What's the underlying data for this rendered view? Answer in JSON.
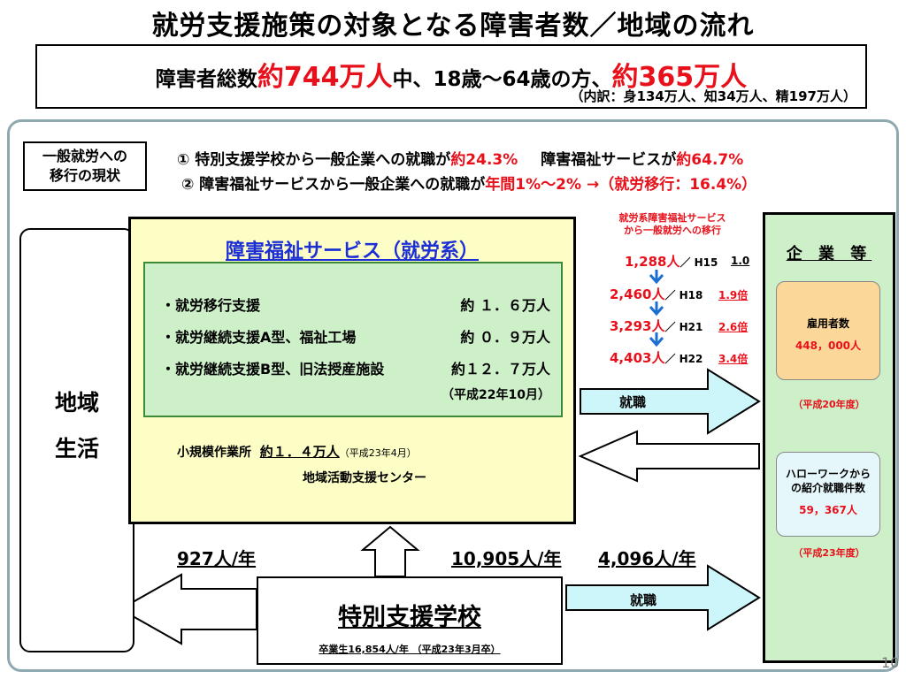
{
  "header": {
    "title": "就労支援施策の対象となる障害者数／地域の流れ",
    "summary_prefix": "障害者総数",
    "summary_total": "約744万人",
    "summary_mid": "中、18歳～64歳の方、",
    "summary_working_age": "約365万人",
    "summary_breakdown": "（内訳：身134万人、知34万人、精197万人）"
  },
  "status": {
    "label_line1": "一般就労への",
    "label_line2": "移行の現状",
    "line1_text": "① 特別支援学校から一般企業への就職が",
    "line1_value": "約24.3%",
    "line1_text2": "障害福祉サービスが",
    "line1_value2": "約64.7%",
    "line2_text": "② 障害福祉サービスから一般企業への就職が",
    "line2_value": "年間1%～2% →（就労移行：16.4%）"
  },
  "local_life": {
    "line1": "地域",
    "line2": "生活"
  },
  "welfare": {
    "title": "障害福祉サービス（就労系）",
    "services": [
      {
        "name": "・就労移行支援",
        "value": "約 １．６万人"
      },
      {
        "name": "・就労継続支援A型、福祉工場",
        "value": "約 ０．９万人"
      },
      {
        "name": "・就労継続支援B型、旧法授産施設",
        "value": "約１２．７万人"
      }
    ],
    "services_date": "（平成22年10月）",
    "small_workshop_label": "小規模作業所",
    "small_workshop_value": "約１．４万人",
    "small_workshop_date": "（平成23年4月）",
    "center": "地域活動支援センター"
  },
  "trend": {
    "title_line1": "就労系障害福祉サービス",
    "title_line2": "から一般就労への移行",
    "rows": [
      {
        "count": "1,288人",
        "year": "／ H15",
        "ratio": "1.0"
      },
      {
        "count": "2,460人",
        "year": "／ H18",
        "ratio": "1.9倍"
      },
      {
        "count": "3,293人",
        "year": "／ H21",
        "ratio": "2.6倍"
      },
      {
        "count": "4,403人",
        "year": "／ H22",
        "ratio": "3.4倍"
      }
    ]
  },
  "arrows": {
    "employment_label": "就職",
    "employment_label2": "就職"
  },
  "companies": {
    "title": "企 業 等",
    "employees_label": "雇用者数",
    "employees_value": "448，000人",
    "employees_date": "（平成20年度）",
    "hellowork_line1": "ハローワークから",
    "hellowork_line2": "の紹介就職件数",
    "hellowork_value": "59，367人",
    "hellowork_date": "（平成23年度）"
  },
  "flows": {
    "to_local": "927人/年",
    "to_welfare": "10,905人/年",
    "to_company": "4,096人/年"
  },
  "school": {
    "title": "特別支援学校",
    "graduates": "卒業生16,854人/年 （平成23年3月卒）"
  },
  "page_number": "10",
  "colors": {
    "red": "#e8101a",
    "blue_title": "#1c2ed6",
    "welfare_bg": "#fdfdc6",
    "service_bg": "#cdf0c9",
    "arrow_fill": "#cdf6fa"
  }
}
